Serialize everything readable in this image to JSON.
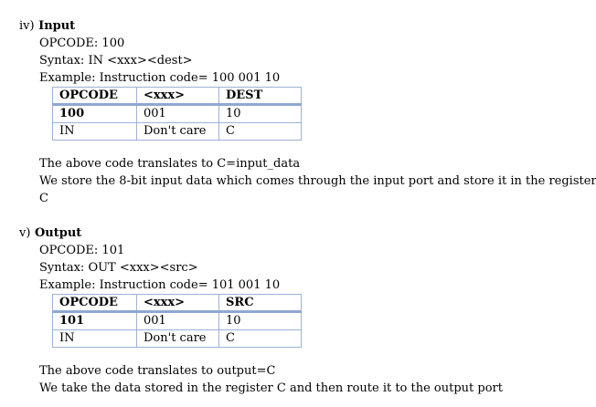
{
  "input_section": {
    "number": "iv)",
    "title": "Input",
    "opcode": "OPCODE: 100",
    "syntax": "Syntax: IN <xxx><dest>",
    "example": "Example: Instruction code= 100 001 10",
    "table": {
      "headers": [
        "OPCODE",
        "<xxx>",
        "DEST"
      ],
      "rows": [
        [
          "100",
          "001",
          "10"
        ],
        [
          "IN",
          "Don't care",
          "C"
        ]
      ]
    },
    "para1": "The above code translates to C=input_data",
    "para2_line1": "We store the 8-bit input data which comes through the input port and store it in the register",
    "para2_line2": "C"
  },
  "output_section": {
    "number": "v)",
    "title": "Output",
    "opcode": "OPCODE: 101",
    "syntax": "Syntax: OUT <xxx><src>",
    "example": "Example: Instruction code= 101 001 10",
    "table": {
      "headers": [
        "OPCODE",
        "<xxx>",
        "SRC"
      ],
      "rows": [
        [
          "101",
          "001",
          "10"
        ],
        [
          "IN",
          "Don't care",
          "C"
        ]
      ]
    },
    "para1": "The above code translates to output=C",
    "para2": "We take the data stored in the register C and then route it to the output port"
  }
}
